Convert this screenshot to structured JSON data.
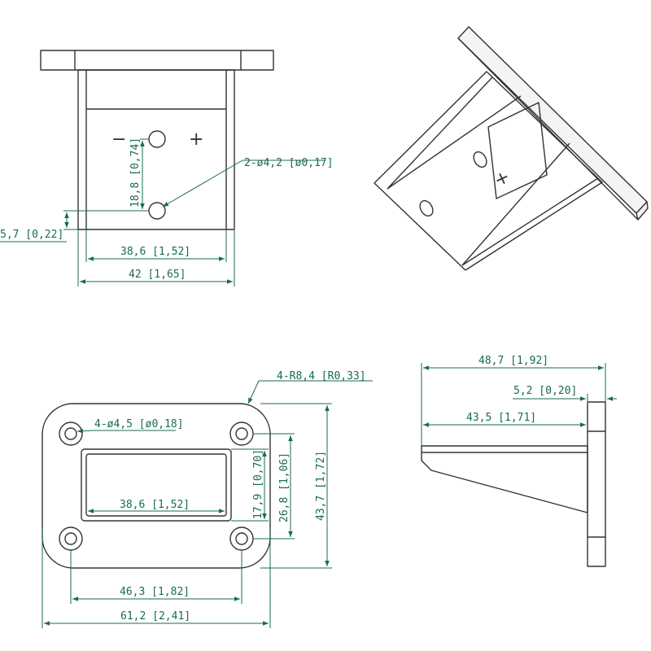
{
  "signs": {
    "minus": "−",
    "plus": "+"
  },
  "dimensions": {
    "hole_2x": "2-ø4,2 [ø0,17]",
    "hole_spacing_v": "18,8 [0,74]",
    "edge_offset": "5,7 [0,22]",
    "inner_width_top": "38,6 [1,52]",
    "outer_width_top": "42 [1,65]",
    "corner_radius": "4-R8,4 [R0,33]",
    "hole_4x": "4-ø4,5 [ø0,18]",
    "slot_width": "38,6 [1,52]",
    "slot_height": "17,9 [0,70]",
    "hole_spacing_y": "26,8 [1,06]",
    "plate_height": "43,7 [1,72]",
    "hole_spacing_x": "46,3 [1,82]",
    "plate_width": "61,2 [2,41]",
    "total_depth": "48,7 [1,92]",
    "plate_thickness": "5,2 [0,20]",
    "arm_length": "43,5 [1,71]"
  },
  "colors": {
    "dimension": "#1a6b4f",
    "outline": "#333333"
  }
}
